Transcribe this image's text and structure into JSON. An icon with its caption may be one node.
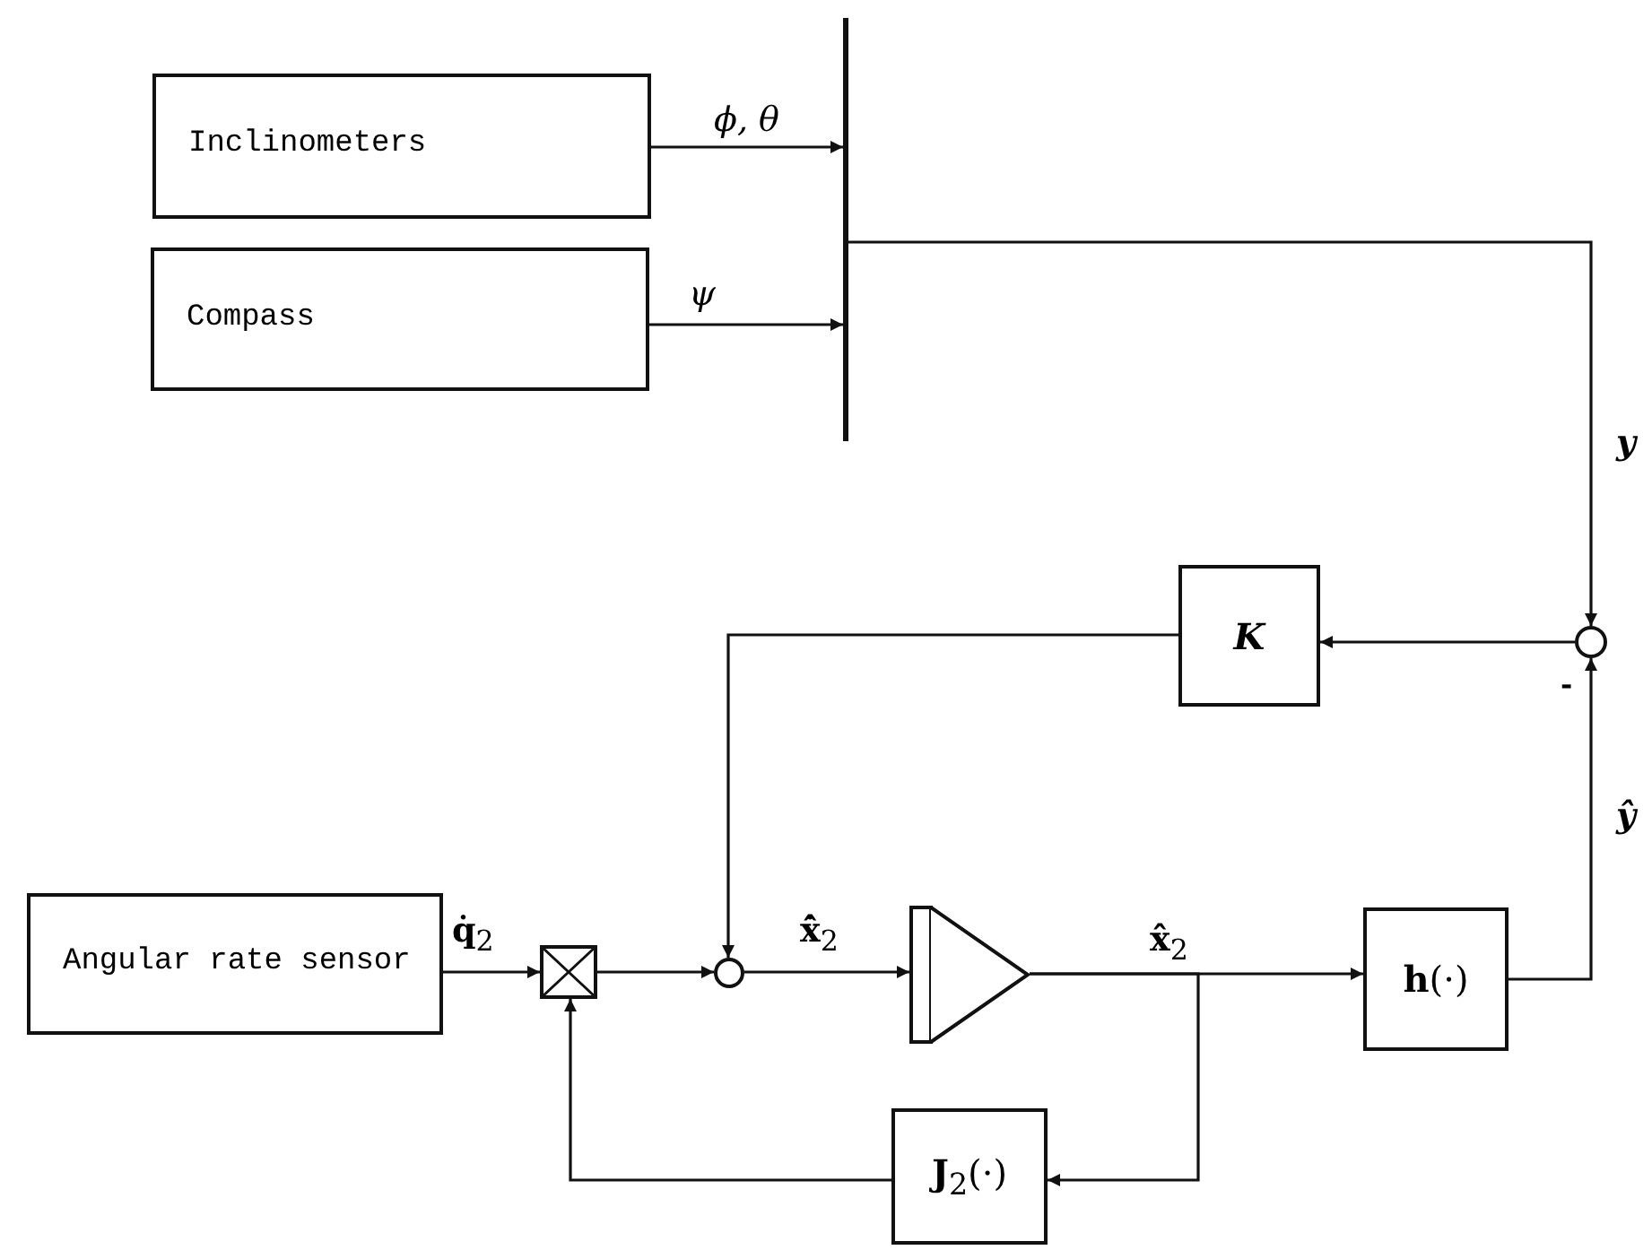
{
  "diagram": {
    "nodes": [
      {
        "text": [
          "Inclinometers"
        ]
      },
      {
        "text": [
          "Compass"
        ]
      },
      {
        "text": [],
        "shape": "bar"
      },
      {
        "text": [],
        "shape": "circle"
      },
      {
        "text": [
          "K"
        ]
      },
      {
        "text": [
          "Angular rate sensor"
        ]
      },
      {
        "text": [],
        "shape": "box"
      },
      {
        "text": [],
        "shape": "circle"
      },
      {
        "text": [],
        "shape": "triangle"
      },
      {
        "text": [
          "**h**(·)"
        ]
      },
      {
        "text": [
          "**J**$_{2}$(·)"
        ]
      }
    ],
    "edges": [
      {
        "from": 0,
        "to": 2,
        "arrow": "to",
        "label": "ϕ, θ"
      },
      {
        "from": 1,
        "to": 2,
        "arrow": "to",
        "label": "ψ"
      },
      {
        "from": 2,
        "to": 3,
        "arrow": "to",
        "label": "y"
      },
      {
        "from": 3,
        "to": 4,
        "arrow": "to"
      },
      {
        "from": 4,
        "to": 7,
        "arrow": "to"
      },
      {
        "from": 5,
        "to": 6,
        "arrow": "to",
        "label": "**q̇**$_{2}$"
      },
      {
        "from": 6,
        "to": 7,
        "arrow": "to"
      },
      {
        "from": 7,
        "to": 8,
        "arrow": "to",
        "label": "**x̂̇**$_{2}$"
      },
      {
        "from": 8,
        "to": 9,
        "arrow": "to",
        "label": "**x̂**$_{2}$"
      },
      {
        "from": 9,
        "to": 3,
        "arrow": "to",
        "label": "ŷ"
      },
      {
        "from": 8,
        "to": 10,
        "arrow": "to"
      },
      {
        "from": 10,
        "to": 6,
        "arrow": "to"
      }
    ],
    "labels": [
      "-"
    ]
  }
}
